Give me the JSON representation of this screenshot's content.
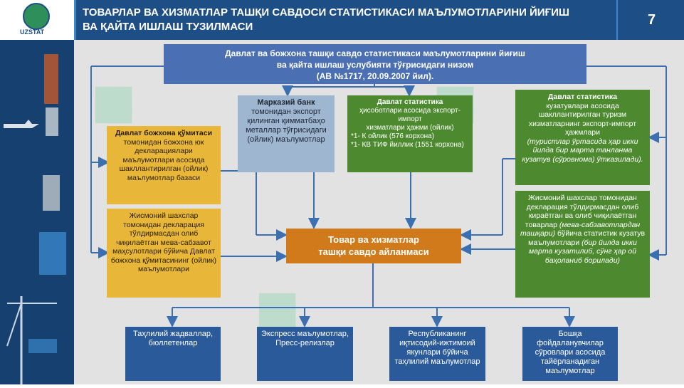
{
  "header": {
    "logo_text": "UZSTAT",
    "title_line1": "ТОВАРЛАР ВА ХИЗМАТЛАР ТАШҚИ САВДОСИ СТАТИСТИКАСИ МАЪЛУМОТЛАРИНИ ЙИҒИШ",
    "title_line2": "ВА ҚАЙТА ИШЛАШ ТУЗИЛМАСИ",
    "page_number": "7"
  },
  "diagram": {
    "top": {
      "line1": "Давлат ва божхона ташқи савдо статистикаси маълумотларини йиғиш",
      "line2": "ва қайта ишлаш услубияти тўғрисидаги низом",
      "line3": "(АВ №1717, 20.09.2007 йил)."
    },
    "central_bank": {
      "bold": "Марказий банк",
      "text": "томонидан экспорт қилинган қимматбаҳо металлар тўғрисидаги (ойлик) маълумотлар"
    },
    "stat_reports": {
      "bold": "Давлат статистика",
      "l1": "ҳисоботлари асосида экспорт-импорт",
      "l2": "хизматлари ҳажми (ойлик)",
      "l3": "*1- К ойлик (576 корхона)",
      "l4": "*1- КВ ТИФ йиллик (1551 корхона)"
    },
    "stat_tourism": {
      "bold": "Давлат статистика",
      "text": "кузатувлари асосида шакллантирилган туризм хизматларнинг экспорт-импорт ҳажмлари",
      "italic": "(туристлар ўртасида ҳар икки йилда бир марта танланма кузатув (сўровнома) ўтказилади)."
    },
    "customs": {
      "bold": "Давлат божхона қўмитаси",
      "text": "томонидан божхона юк декларациялари маълумотлари асосида шакллантирилган (ойлик) маълумотлар базаси"
    },
    "individuals_customs": {
      "text": "Жисмоний шахслар томонидан декларация тўлдирмасдан олиб чиқилаётган мева-сабзавот маҳсулотлари бўйича Давлат божхона қўмитасининг (ойлик) маълумотлари"
    },
    "individuals_stat": {
      "text": "Жисмоний шахслар томонидан декларация тўлдирмасдан олиб кираётган ва олиб чиқилаётган товарлар",
      "italic1": "(мева-сабзавотлардан ташқари)",
      "text2": "бўйича статистик кузатув маълумотлари",
      "italic2": "(бир йилда икки марта кузатилиб, сўнг ҳар ой баҳоланиб борилади)"
    },
    "center": {
      "line1": "Товар ва хизматлар",
      "line2": "ташқи савдо айланмаси"
    },
    "outputs": [
      {
        "label": "Таҳлилий жадваллар, бюллетенлар"
      },
      {
        "label": "Экспресс маълумотлар, Пресс-релизлар"
      },
      {
        "label": "Республиканинг иқтисодий-ижтимоий якунлари бўйича таҳлилий маълумотлар"
      },
      {
        "label": "Бошқа фойдаланувчилар сўровлари асосида тайёрланадиган маълумотлар"
      }
    ]
  },
  "colors": {
    "header": "#1e4e86",
    "top_box": "#4a6fb3",
    "green_box": "#4d8a2f",
    "yellow_box": "#e8b73a",
    "center_box": "#d07a1b",
    "arrows": "#3b6fb0"
  }
}
